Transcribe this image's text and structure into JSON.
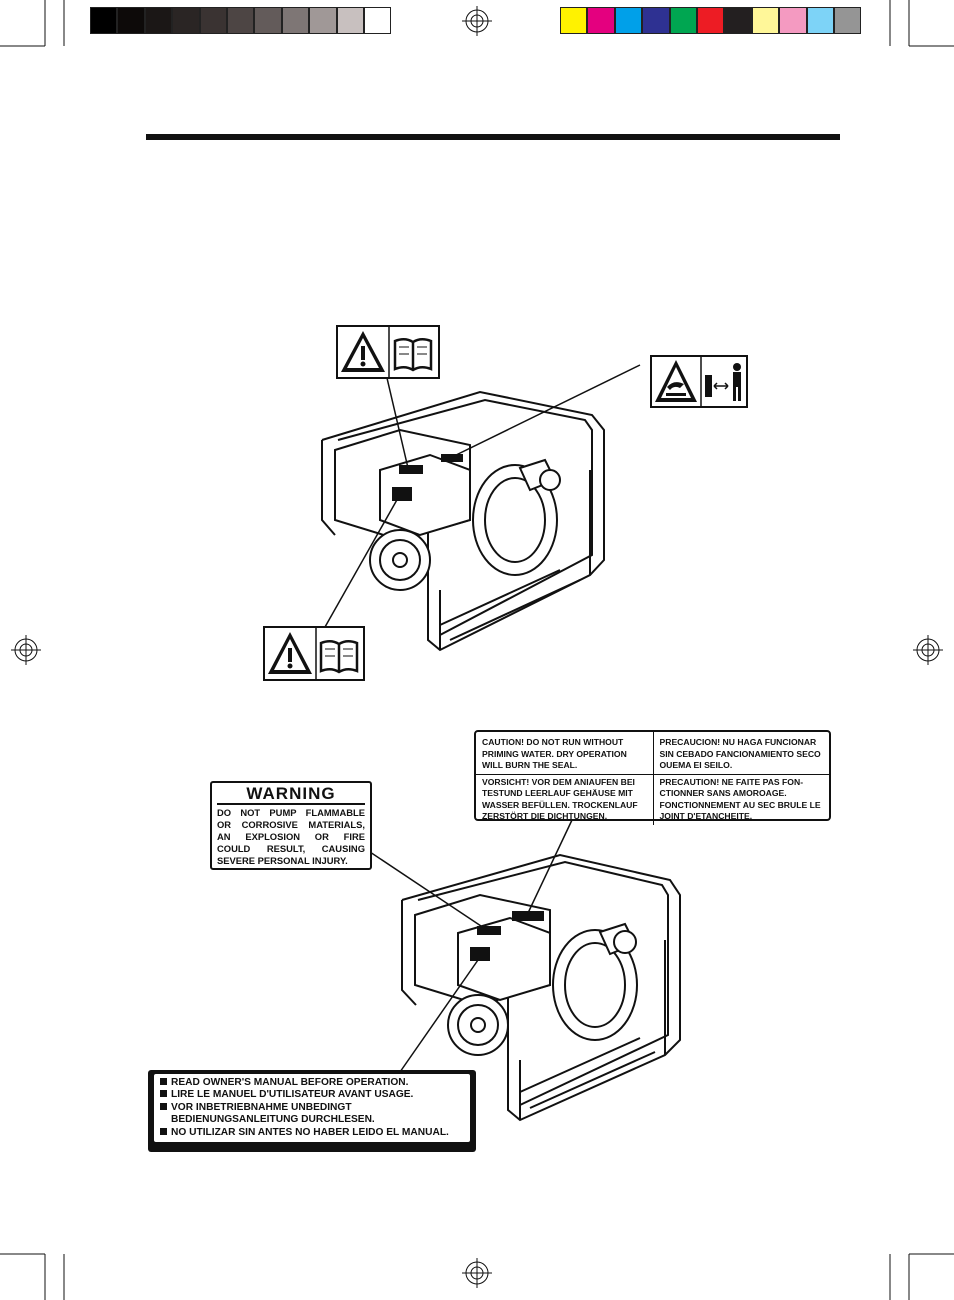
{
  "colorbar": {
    "swatches_left": [
      "#000000",
      "#0d0a09",
      "#1b1716",
      "#2a2524",
      "#3a3332",
      "#4d4544",
      "#635b5a",
      "#7e7675",
      "#a09897",
      "#c8c0bf",
      "#ffffff"
    ],
    "swatches_right": [
      "#fff200",
      "#e4007f",
      "#00a0e9",
      "#2e3192",
      "#00a651",
      "#ed1c24",
      "#231f20",
      "#fff799",
      "#f49ac1",
      "#7dd3f7",
      "#959595"
    ]
  },
  "warning_label": {
    "heading": "WARNING",
    "lines": [
      "DO NOT PUMP FLAMMABLE",
      "OR CORROSIVE MATERIALS,",
      "AN EXPLOSION OR FIRE",
      "COULD RESULT, CAUSING",
      "SEVERE PERSONAL INJURY."
    ]
  },
  "caution_label": {
    "en": [
      "CAUTION! DO NOT RUN WITHOUT",
      "PRIMING WATER. DRY OPERATION",
      "WILL BURN THE SEAL."
    ],
    "es": [
      "PRECAUCION! NU HAGA FUNCIONAR",
      "SIN CEBADO FANCIONAMIENTO SECO",
      "OUEMA EI SEILO."
    ],
    "de": [
      "VORSICHT! VOR DEM ANIAUFEN BEI",
      "TESTUND LEERLAUF GEHÄUSE MIT",
      "WASSER BEFÜLLEN. TROCKENLAUF",
      "ZERSTÖRT DIE DICHTUNGEN."
    ],
    "fr": [
      "PRECAUTION! NE FAITE PAS FON-",
      "CTIONNER SANS AMOROAGE.",
      "FONCTIONNEMENT AU SEC BRULE LE",
      "JOINT D'ETANCHEITE."
    ]
  },
  "manual_label": {
    "lines": [
      "READ OWNER'S MANUAL BEFORE OPERATION.",
      "LIRE LE MANUEL D'UTILISATEUR AVANT USAGE.",
      "VOR INBETRIEBNAHME UNBEDINGT",
      "BEDIENUNGSANLEITUNG DURCHLESEN.",
      "NO UTILIZAR SIN ANTES NO HABER LEIDO EL MANUAL."
    ]
  },
  "icons": {
    "warning_triangle": "warning-triangle-icon",
    "manual_book": "open-book-icon",
    "hot_surface": "hot-surface-icon",
    "keep_distance": "keep-distance-icon"
  },
  "colors": {
    "ink": "#111111",
    "paper": "#ffffff"
  }
}
